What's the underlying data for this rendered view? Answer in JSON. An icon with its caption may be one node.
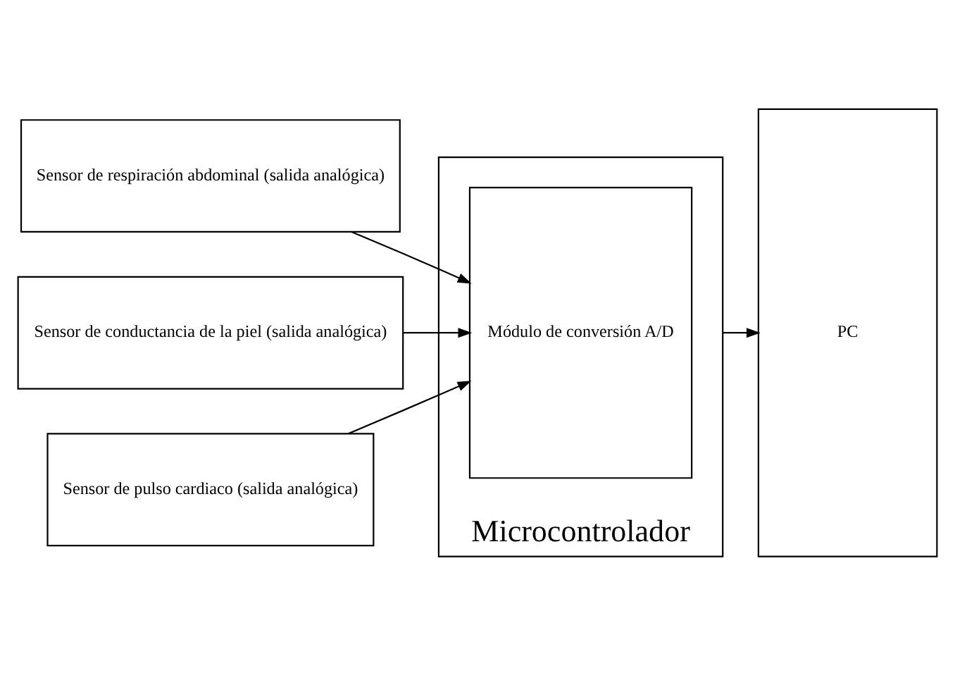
{
  "diagram": {
    "nodes": [
      {
        "text": [
          "Microcontrolador"
        ]
      },
      {
        "text": [
          "Módulo de conversión A/D"
        ],
        "in": 0
      },
      {
        "text": [
          "Sensor de respiración abdominal (salida analógica)"
        ]
      },
      {
        "text": [
          "Sensor de conductancia de la piel (salida analógica)"
        ]
      },
      {
        "text": [
          "Sensor de pulso cardiaco (salida analógica)"
        ]
      },
      {
        "text": [
          "PC"
        ]
      }
    ],
    "edges": [
      {
        "from": 2,
        "to": 1,
        "arrow": "to"
      },
      {
        "from": 3,
        "to": 1,
        "arrow": "to"
      },
      {
        "from": 4,
        "to": 1,
        "arrow": "to"
      },
      {
        "from": 0,
        "to": 5,
        "arrow": "to"
      }
    ]
  }
}
